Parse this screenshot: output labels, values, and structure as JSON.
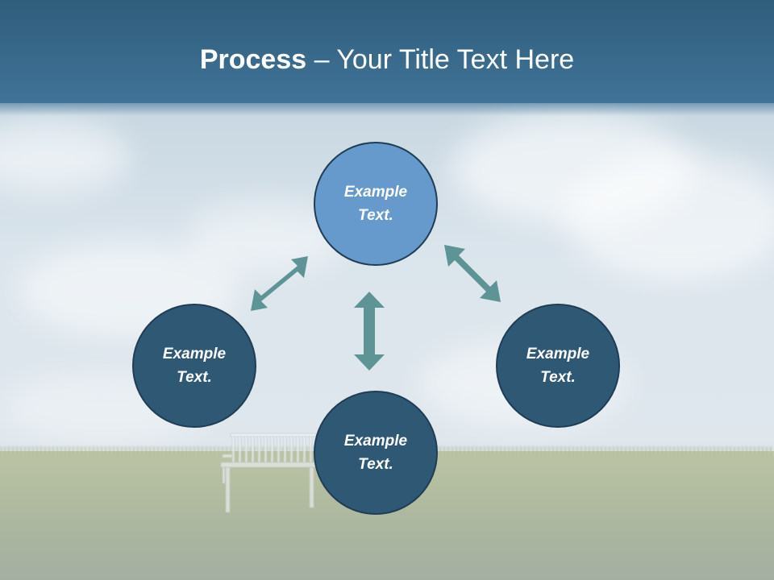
{
  "slide": {
    "title_bold": "Process",
    "title_rest": " – Your Title Text Here"
  },
  "diagram": {
    "top": {
      "line1": "Example",
      "line2": "Text."
    },
    "left": {
      "line1": "Example",
      "line2": "Text."
    },
    "right": {
      "line1": "Example",
      "line2": "Text."
    },
    "bottom": {
      "line1": "Example",
      "line2": "Text."
    }
  },
  "colors": {
    "header": "#3a6b8c",
    "node_highlight": "#6699cc",
    "node_dark": "#2f5875",
    "arrow": "#5f9496"
  }
}
